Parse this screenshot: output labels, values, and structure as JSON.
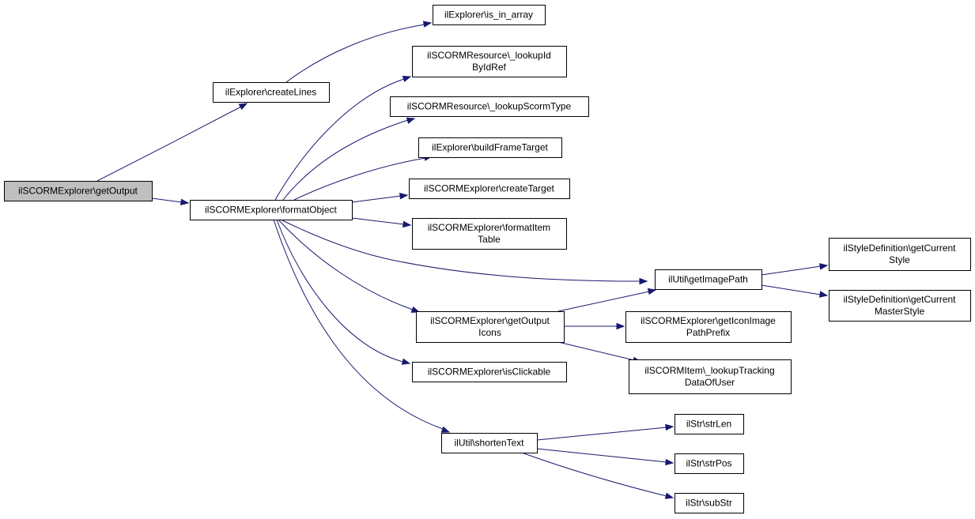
{
  "colors": {
    "edge": "#191970",
    "root_fill": "#bfbfbf",
    "node_fill": "#ffffff",
    "node_border": "#000000"
  },
  "nodes": [
    {
      "id": "getOutput",
      "lines": [
        "ilSCORMExplorer\\getOutput"
      ],
      "root": true
    },
    {
      "id": "createLines",
      "lines": [
        "ilExplorer\\createLines"
      ]
    },
    {
      "id": "formatObject",
      "lines": [
        "ilSCORMExplorer\\formatObject"
      ]
    },
    {
      "id": "is_in_array",
      "lines": [
        "ilExplorer\\is_in_array"
      ]
    },
    {
      "id": "lookupIdByIdRef",
      "lines": [
        "ilSCORMResource\\_lookupId",
        "ByIdRef"
      ]
    },
    {
      "id": "lookupScormType",
      "lines": [
        "ilSCORMResource\\_lookupScormType"
      ]
    },
    {
      "id": "buildFrameTarget",
      "lines": [
        "ilExplorer\\buildFrameTarget"
      ]
    },
    {
      "id": "createTarget",
      "lines": [
        "ilSCORMExplorer\\createTarget"
      ]
    },
    {
      "id": "formatItemTable",
      "lines": [
        "ilSCORMExplorer\\formatItem",
        "Table"
      ]
    },
    {
      "id": "getImagePath",
      "lines": [
        "ilUtil\\getImagePath"
      ]
    },
    {
      "id": "getOutputIcons",
      "lines": [
        "ilSCORMExplorer\\getOutput",
        "Icons"
      ]
    },
    {
      "id": "isClickable",
      "lines": [
        "ilSCORMExplorer\\isClickable"
      ]
    },
    {
      "id": "shortenText",
      "lines": [
        "ilUtil\\shortenText"
      ]
    },
    {
      "id": "getCurrentStyle",
      "lines": [
        "ilStyleDefinition\\getCurrent",
        "Style"
      ]
    },
    {
      "id": "getCurrentMasterStyle",
      "lines": [
        "ilStyleDefinition\\getCurrent",
        "MasterStyle"
      ]
    },
    {
      "id": "getIconImagePathPrefix",
      "lines": [
        "ilSCORMExplorer\\getIconImage",
        "PathPrefix"
      ]
    },
    {
      "id": "lookupTrackingDataOfUser",
      "lines": [
        "ilSCORMItem\\_lookupTracking",
        "DataOfUser"
      ]
    },
    {
      "id": "strLen",
      "lines": [
        "ilStr\\strLen"
      ]
    },
    {
      "id": "strPos",
      "lines": [
        "ilStr\\strPos"
      ]
    },
    {
      "id": "subStr",
      "lines": [
        "ilStr\\subStr"
      ]
    }
  ],
  "edges": [
    {
      "from": "getOutput",
      "to": "createLines"
    },
    {
      "from": "getOutput",
      "to": "formatObject"
    },
    {
      "from": "createLines",
      "to": "is_in_array"
    },
    {
      "from": "formatObject",
      "to": "lookupIdByIdRef"
    },
    {
      "from": "formatObject",
      "to": "lookupScormType"
    },
    {
      "from": "formatObject",
      "to": "buildFrameTarget"
    },
    {
      "from": "formatObject",
      "to": "createTarget"
    },
    {
      "from": "formatObject",
      "to": "formatItemTable"
    },
    {
      "from": "formatObject",
      "to": "getImagePath"
    },
    {
      "from": "formatObject",
      "to": "getOutputIcons"
    },
    {
      "from": "formatObject",
      "to": "isClickable"
    },
    {
      "from": "formatObject",
      "to": "shortenText"
    },
    {
      "from": "getImagePath",
      "to": "getCurrentStyle"
    },
    {
      "from": "getImagePath",
      "to": "getCurrentMasterStyle"
    },
    {
      "from": "getOutputIcons",
      "to": "getImagePath"
    },
    {
      "from": "getOutputIcons",
      "to": "getIconImagePathPrefix"
    },
    {
      "from": "getOutputIcons",
      "to": "lookupTrackingDataOfUser"
    },
    {
      "from": "shortenText",
      "to": "strLen"
    },
    {
      "from": "shortenText",
      "to": "strPos"
    },
    {
      "from": "shortenText",
      "to": "subStr"
    }
  ]
}
